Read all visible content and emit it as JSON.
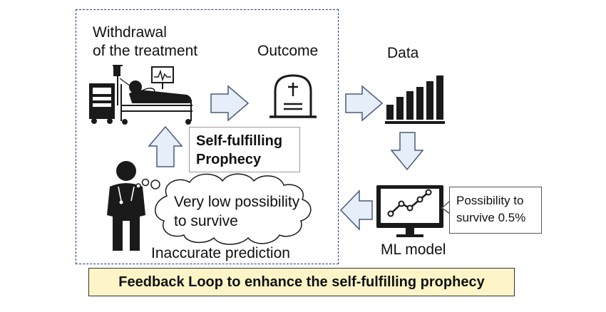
{
  "labels": {
    "withdrawal_line1": "Withdrawal",
    "withdrawal_line2": "of the treatment",
    "outcome": "Outcome",
    "data": "Data",
    "ml_model": "ML model",
    "inaccurate_prediction": "Inaccurate prediction"
  },
  "prophecy_box": {
    "line1": "Self-fulfilling",
    "line2": "Prophecy"
  },
  "thought_cloud": {
    "line1": "Very low possibility",
    "line2": "to survive"
  },
  "possibility_box": {
    "line1": "Possibility to",
    "line2": "survive 0.5%"
  },
  "feedback_banner": "Feedback Loop to enhance the self-fulfilling prophecy",
  "colors": {
    "arrow_fill": "#e6eef9",
    "arrow_stroke": "#4a5a78",
    "banner_fill": "#fdf5c8",
    "dashed_border": "#1f3a8a",
    "icon": "#1a1a1a"
  },
  "icons": [
    "hospital-bed-icon",
    "tombstone-icon",
    "bar-chart-icon",
    "monitor-chart-icon",
    "doctor-icon",
    "thought-cloud-icon"
  ]
}
